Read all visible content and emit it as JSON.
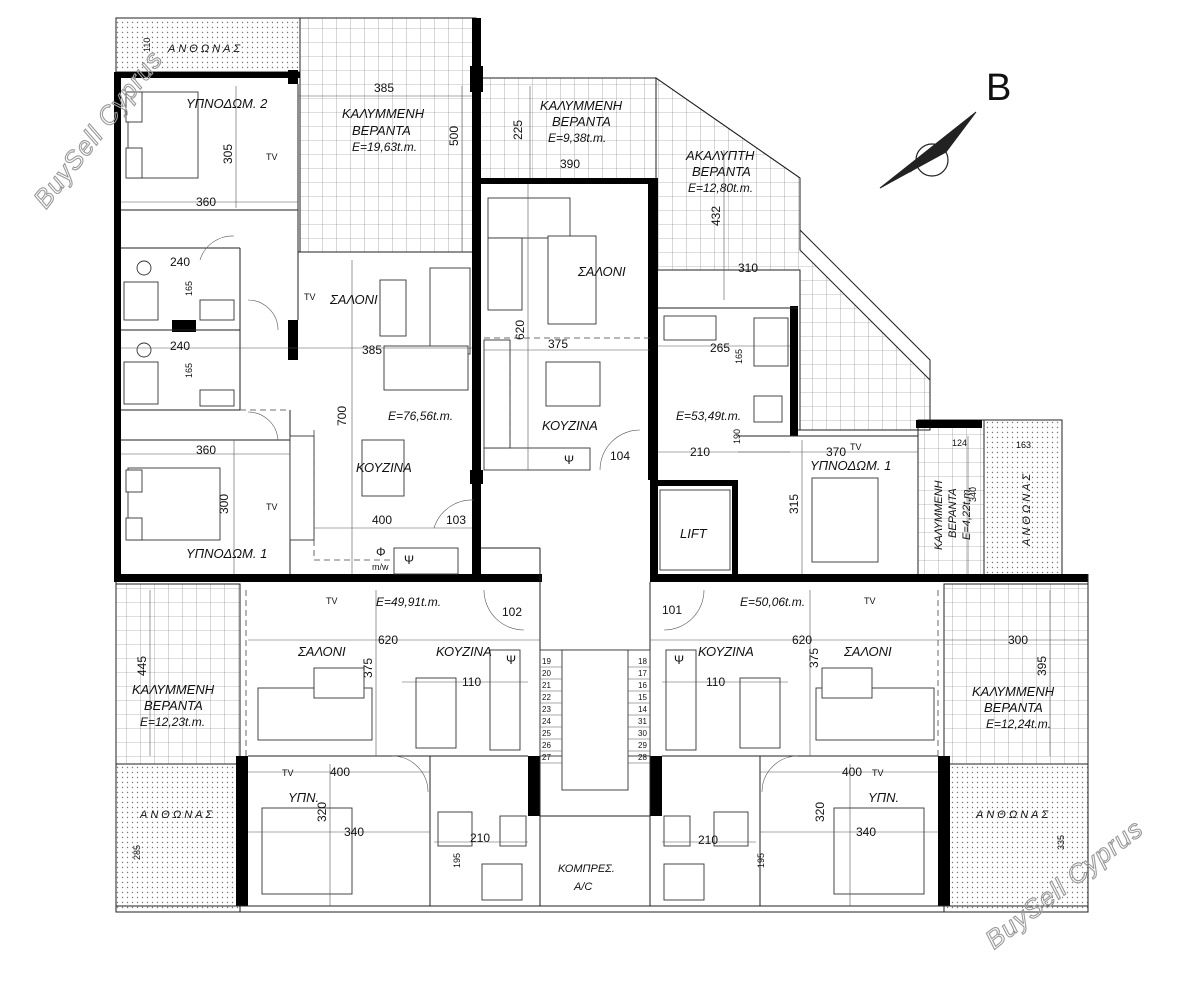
{
  "compass": {
    "letter": "B"
  },
  "watermark": "BuySell Cyprus",
  "labels": {
    "flower_top": "ΑΝΘΩΝΑΣ",
    "flower_right": "ΑΝΘΩΝΑΣ",
    "flower_bl": "ΑΝΘΩΝΑΣ",
    "flower_br": "ΑΝΘΩΝΑΣ",
    "veranda_covered_1": [
      "ΚΑΛΥΜΜΕΝΗ",
      "ΒΕΡΑΝΤΑ"
    ],
    "veranda_covered_1_area": "E=19,63t.m.",
    "veranda_covered_2": [
      "ΚΑΛΥΜΜΕΝΗ",
      "ΒΕΡΑΝΤΑ"
    ],
    "veranda_covered_2_area": "E=9,38t.m.",
    "veranda_open": [
      "ΑΚΑΛΥΠΤΗ",
      "ΒΕΡΑΝΤΑ"
    ],
    "veranda_open_area": "E=12,80t.m.",
    "veranda_small": [
      "ΚΑΛΥΜΜΕΝΗ",
      "ΒΕΡΑΝΤΑ"
    ],
    "veranda_small_area": "E=4,22t.m.",
    "veranda_bl": [
      "ΚΑΛΥΜΜΕΝΗ",
      "ΒΕΡΑΝΤΑ"
    ],
    "veranda_bl_area": "E=12,23t.m.",
    "veranda_br": [
      "ΚΑΛΥΜΜΕΝΗ",
      "ΒΕΡΑΝΤΑ"
    ],
    "veranda_br_area": "E=12,24t.m.",
    "bed2": "ΥΠΝΟΔΩΜ. 2",
    "bed1_a": "ΥΠΝΟΔΩΜ. 1",
    "bed1_b": "ΥΠΝΟΔΩΜ. 1",
    "living_a": "ΣΑΛΟΝΙ",
    "living_b": "ΣΑΛΟΝΙ",
    "living_c": "ΣΑΛΟΝΙ",
    "living_d": "ΣΑΛΟΝΙ",
    "kitchen_a": "ΚΟΥΖΙΝΑ",
    "kitchen_b": "ΚΟΥΖΙΝΑ",
    "kitchen_c": "ΚΟΥΖΙΝΑ",
    "kitchen_d": "ΚΟΥΖΙΝΑ",
    "bed_c": "ΥΠΝ.",
    "bed_d": "ΥΠΝ.",
    "lift": "LIFT",
    "compressor": [
      "ΚΟΜΠΡΕΣ.",
      "A/C"
    ],
    "area_103": "E=76,56t.m.",
    "area_104": "E=53,49t.m.",
    "area_102": "E=49,91t.m.",
    "area_101": "E=50,06t.m.",
    "apt_103": "103",
    "apt_104": "104",
    "apt_102": "102",
    "apt_101": "101",
    "tv": "TV",
    "mw": "m/w",
    "psi": "Ψ",
    "phi": "Φ"
  },
  "dims": {
    "d110": "110",
    "d385a": "385",
    "d500": "500",
    "d225": "225",
    "d390": "390",
    "d432": "432",
    "d305": "305",
    "d360a": "360",
    "d240a": "240",
    "d165a": "165",
    "d240b": "240",
    "d165b": "165",
    "d385b": "385",
    "d700": "700",
    "d620a": "620",
    "d375a": "375",
    "d310": "310",
    "d265": "265",
    "d165c": "165",
    "d360b": "360",
    "d300a": "300",
    "d400a": "400",
    "d210a": "210",
    "d190": "190",
    "d370": "370",
    "d124": "124",
    "d163": "163",
    "d315": "315",
    "d340a": "340",
    "d620b": "620",
    "d620c": "620",
    "d375b": "375",
    "d375c": "375",
    "d445": "445",
    "d395": "395",
    "d300b": "300",
    "d110b": "110",
    "d110c": "110",
    "d400b": "400",
    "d400c": "400",
    "d320a": "320",
    "d320b": "320",
    "d340b": "340",
    "d340c": "340",
    "d210b": "210",
    "d210c": "210",
    "d195a": "195",
    "d195b": "195",
    "d285": "285",
    "d335": "335"
  },
  "stairs": {
    "left": [
      "19",
      "20",
      "21",
      "22",
      "23",
      "24",
      "25",
      "26",
      "27"
    ],
    "right": [
      "18",
      "17",
      "16",
      "15",
      "14",
      "31",
      "30",
      "29",
      "28"
    ]
  }
}
